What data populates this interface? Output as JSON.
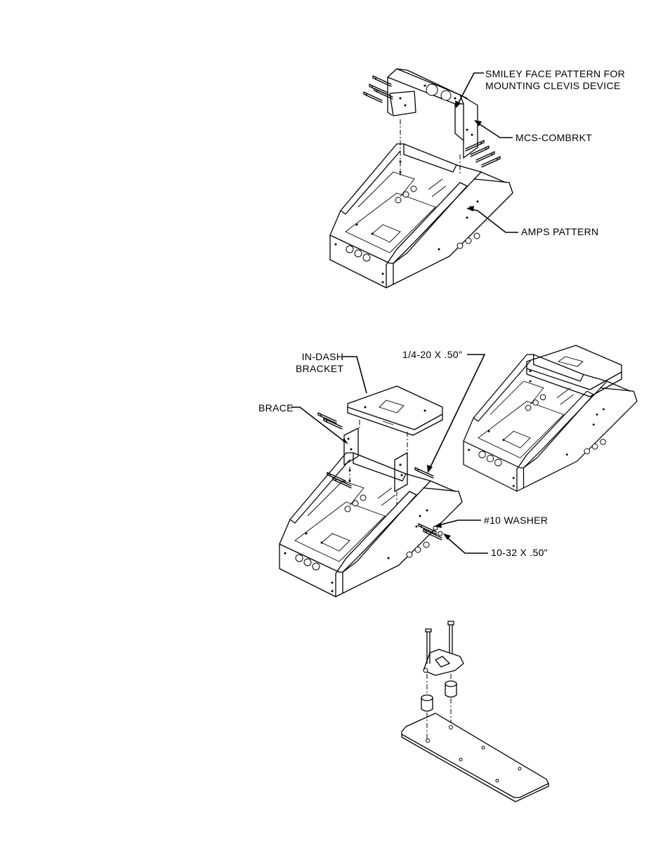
{
  "figure_1": {
    "labels": {
      "smiley_line1": "SMILEY FACE PATTERN FOR",
      "smiley_line2": "MOUNTING CLEVIS DEVICE",
      "combrkt": "MCS-COMBRKT",
      "amps": "AMPS PATTERN"
    }
  },
  "figure_2": {
    "labels": {
      "indash_line1": "IN-DASH",
      "indash_line2": "BRACKET",
      "bolt_quarter": "1/4-20 X .50\"",
      "brace": "BRACE",
      "washer": "#10 WASHER",
      "screw_10_32": "10-32 X .50\""
    }
  },
  "figure_3": {
    "labels": {}
  }
}
